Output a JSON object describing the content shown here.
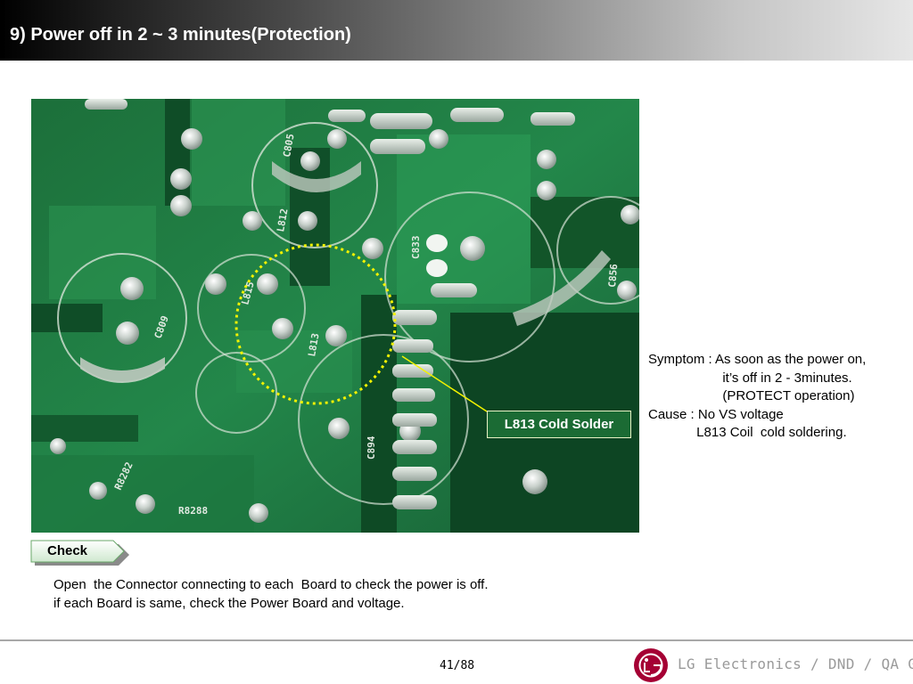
{
  "slide": {
    "title": "9) Power off in 2 ~ 3 minutes(Protection)"
  },
  "photo": {
    "callout_label": "L813 Cold Solder",
    "silkscreen": [
      "C805",
      "L812",
      "L815",
      "L813",
      "C809",
      "C894",
      "C833",
      "C856",
      "R8282",
      "R8288"
    ]
  },
  "symptom": {
    "text": "Symptom : As soon as the power on,\n                    it’s off in 2 - 3minutes.\n                    (PROTECT operation)\nCause : No VS voltage\n             L813 Coil  cold soldering."
  },
  "check": {
    "label": "Check"
  },
  "instructions": {
    "text": "Open  the Connector connecting to each  Board to check the power is off.\nif each Board is same, check the Power Board and voltage."
  },
  "footer": {
    "page": "41/88",
    "company": "LG Electronics / DND / QA Gr.",
    "logo_text": "LG"
  },
  "colors": {
    "pcb_green": "#1f7a40",
    "trace_green": "#35a558",
    "highlight_yellow": "#f2f200",
    "label_bg": "#1b6b34",
    "lg_red": "#a50034"
  }
}
